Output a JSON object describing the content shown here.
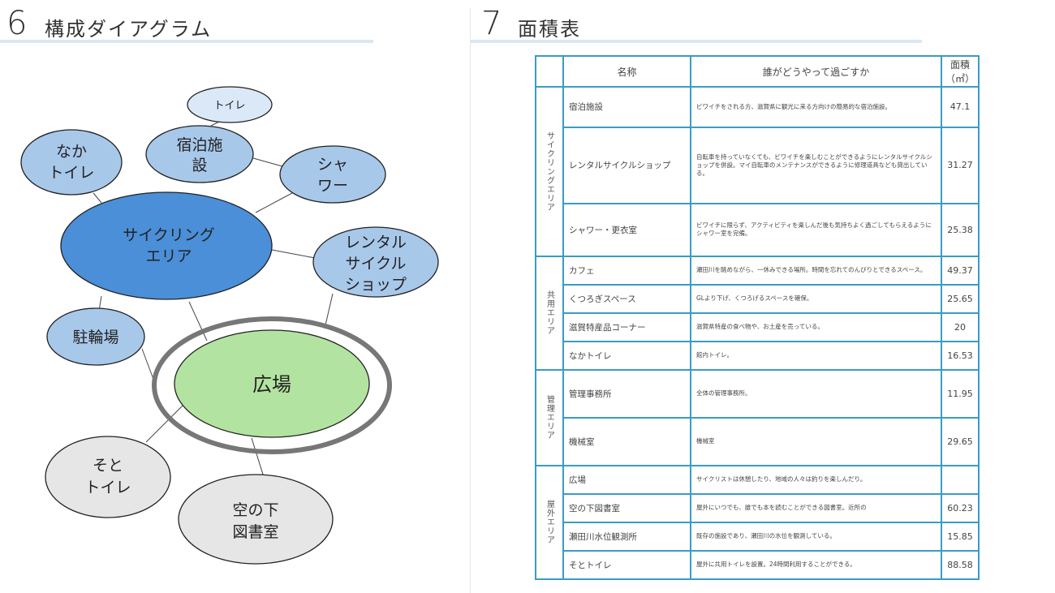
{
  "section6": {
    "number": "6",
    "title": "構成ダイアグラム"
  },
  "section7": {
    "number": "7",
    "title": "面積表"
  },
  "diagram": {
    "nodes": {
      "toilet": "トイレ",
      "lodging": [
        "宿泊施",
        "設"
      ],
      "inner_toilet": [
        "なか",
        "トイレ"
      ],
      "shower": [
        "シャ",
        "ワー"
      ],
      "cycling_area": [
        "サイクリング",
        "エリア"
      ],
      "rental": [
        "レンタル",
        "サイクル",
        "ショップ"
      ],
      "parking": "駐輪場",
      "plaza": "広場",
      "outer_toilet": [
        "そと",
        "トイレ"
      ],
      "library": [
        "空の下",
        "図書室"
      ]
    }
  },
  "table": {
    "headers": {
      "name": "名称",
      "desc": "誰がどうやって過ごすか",
      "area": "面積（㎡）"
    },
    "groups": [
      {
        "label": "サイクリングエリア",
        "rows": [
          {
            "name": "宿泊施設",
            "desc": "ビワイチをされる方、滋賀県に観光に来る方向けの簡易的な宿泊施設。",
            "area": "47.1"
          },
          {
            "name": "レンタルサイクルショップ",
            "desc": "自転車を持っていなくても、ビワイチを楽しむことができるようにレンタルサイクルショップを併設。マイ自転車のメンテナンスができるように修理道具なども貸出している。",
            "area": "31.27"
          },
          {
            "name": "シャワー・更衣室",
            "desc": "ビワイチに限らず、アクティビティを楽しんだ後も気持ちよく過ごしてもらえるようにシャワー室を完備。",
            "area": "25.38"
          }
        ]
      },
      {
        "label": "共用エリア",
        "rows": [
          {
            "name": "カフェ",
            "desc": "瀬田川を眺めながら、一休みできる場所。時間を忘れてのんびりとできるスペース。",
            "area": "49.37"
          },
          {
            "name": "くつろぎスペース",
            "desc": "GLより下げ、くつろげるスペースを確保。",
            "area": "25.65"
          },
          {
            "name": "滋賀特産品コーナー",
            "desc": "滋賀県特産の食べ物や、お土産を売っている。",
            "area": "20"
          },
          {
            "name": "なかトイレ",
            "desc": "館内トイレ。",
            "area": "16.53"
          }
        ]
      },
      {
        "label": "管理エリア",
        "rows": [
          {
            "name": "管理事務所",
            "desc": "全体の管理事務所。",
            "area": "11.95"
          },
          {
            "name": "機械室",
            "desc": "機械室",
            "area": "29.65"
          }
        ]
      },
      {
        "label": "屋外エリア",
        "rows": [
          {
            "name": "広場",
            "desc": "サイクリストは休憩したり、地域の人々は釣りを楽しんだり。",
            "area": ""
          },
          {
            "name": "空の下図書室",
            "desc": "屋外にいつでも、誰でも本を読むことができる図書室。近所の",
            "area": "60.23"
          },
          {
            "name": "瀬田川水位観測所",
            "desc": "既存の施設であり、瀬田川の水位を観測している。",
            "area": "15.85"
          },
          {
            "name": "そとトイレ",
            "desc": "屋外に共用トイレを設置。24時間利用することができる。",
            "area": "88.58"
          }
        ]
      }
    ]
  }
}
